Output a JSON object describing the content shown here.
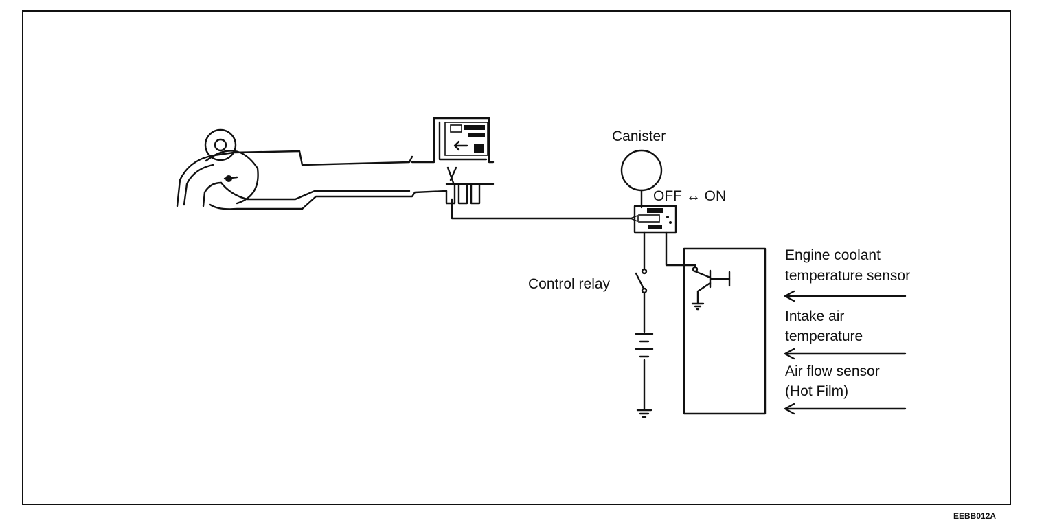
{
  "labels": {
    "canister": "Canister",
    "switch_state": "OFF ↔ ON",
    "control_relay": "Control relay",
    "input_1_line_1": "Engine coolant",
    "input_1_line_2": "temperature sensor",
    "input_2_line_1": "Intake air",
    "input_2_line_2": "temperature",
    "input_3_line_1": "Air flow sensor",
    "input_3_line_2": "(Hot Film)"
  },
  "figure_code": "EEBB012A"
}
